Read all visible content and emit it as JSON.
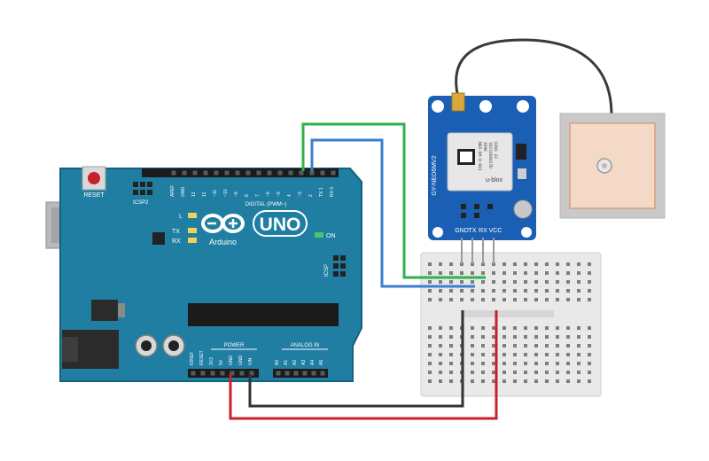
{
  "arduino": {
    "brand": "Arduino",
    "model": "UNO",
    "reset_label": "RESET",
    "icsp2_label": "ICSP2",
    "icsp_label": "ICSP",
    "digital_label": "DIGITAL (PWM~)",
    "power_label": "POWER",
    "analog_label": "ANALOG IN",
    "on_label": "ON",
    "l_label": "L",
    "tx_label": "TX",
    "rx_label": "RX",
    "digital_pins": [
      "AREF",
      "GND",
      "13",
      "12",
      "~11",
      "~10",
      "~9",
      "8",
      "7",
      "~6",
      "~5",
      "4",
      "~3",
      "2",
      "TX 1",
      "RX 0"
    ],
    "power_pins": [
      "IOREF",
      "RESET",
      "3V3",
      "5V",
      "GND",
      "GND",
      "VIN"
    ],
    "analog_pins": [
      "A0",
      "A1",
      "A2",
      "A3",
      "A4",
      "A5"
    ]
  },
  "gps": {
    "board_label": "GY-NEO6MV2",
    "module_lines": [
      "NEO-6M-0-001",
      "1096",
      "1623160817D",
      "0266 42"
    ],
    "brand": "u-blox",
    "pin_labels": [
      "GND",
      "TX",
      "RX",
      "VCC"
    ]
  },
  "wires": {
    "green": "#2fb24a",
    "blue": "#3b7fd0",
    "black": "#333333",
    "red": "#c8202a"
  },
  "colors": {
    "board": "#1f7ea2",
    "board_edge": "#16617e",
    "gps_board": "#1a5fb3"
  }
}
